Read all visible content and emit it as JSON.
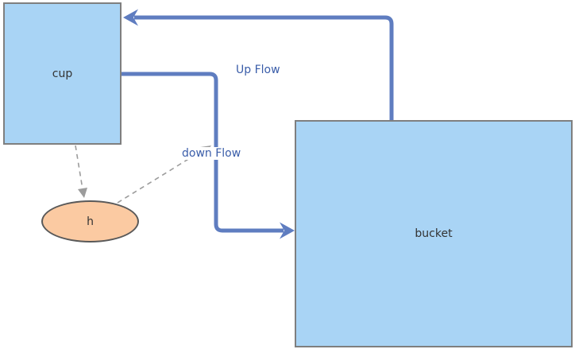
{
  "diagram": {
    "nodes": {
      "cup": {
        "label": "cup",
        "shape": "rectangle"
      },
      "bucket": {
        "label": "bucket",
        "shape": "rectangle"
      },
      "h": {
        "label": "h",
        "shape": "ellipse"
      }
    },
    "edges": {
      "up_flow": {
        "label": "Up Flow",
        "from": "bucket",
        "to": "cup",
        "style": "solid-blue-arrow"
      },
      "down_flow": {
        "label": "down Flow",
        "from": "cup",
        "to": "bucket",
        "style": "solid-blue-arrow"
      },
      "cup_to_h": {
        "label": "",
        "from": "cup",
        "to": "h",
        "style": "dashed-gray-arrow"
      },
      "h_to_down_flow_label": {
        "label": "",
        "from": "h",
        "to": "down Flow label",
        "style": "dashed-gray-arrow"
      }
    },
    "colors": {
      "node_fill_blue": "#a9d4f5",
      "node_border_gray": "#7f7f7f",
      "ellipse_fill_peach": "#fbcaa2",
      "ellipse_border": "#595959",
      "arrow_blue": "#5f7dc0",
      "edge_label_blue": "#3a5da9",
      "dashed_gray": "#9c9c9c",
      "node_label_text": "#333333",
      "background": "#ffffff"
    }
  }
}
